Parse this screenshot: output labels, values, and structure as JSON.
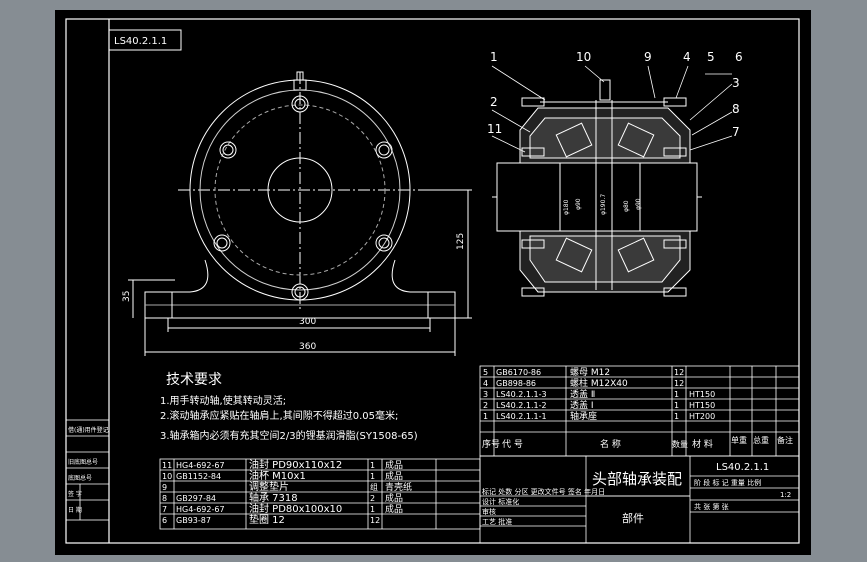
{
  "drawing_number": "LS40.2.1.1",
  "drawing_title": "头部轴承装配",
  "drawing_type": "部件",
  "tech_requirements": {
    "heading": "技术要求",
    "items": [
      "1.用手转动轴,使其转动灵活;",
      "2.滚动轴承应紧贴在轴肩上,其间隙不得超过0.05毫米;",
      "3.轴承箱内必须有充其空间2/3的锂基润滑脂(SY1508-65)"
    ]
  },
  "dimensions": {
    "width_300": "300",
    "width_360": "360",
    "height_125": "125",
    "height_35": "35"
  },
  "section_labels": {
    "phi_left_1": "φ180",
    "phi_left_2": "φ90",
    "phi_mid": "φ190.7",
    "phi_right_1": "φ80",
    "phi_right_2": "φ90"
  },
  "balloons": [
    "1",
    "2",
    "11",
    "10",
    "9",
    "4",
    "5",
    "6",
    "3",
    "8",
    "7"
  ],
  "bom_upper": [
    {
      "no": "5",
      "code": "GB6170-86",
      "name": "螺母 M12",
      "qty": "12",
      "material": ""
    },
    {
      "no": "4",
      "code": "GB898-86",
      "name": "螺柱 M12X40",
      "qty": "12",
      "material": ""
    },
    {
      "no": "3",
      "code": "LS40.2.1.1-3",
      "name": "透盖 Ⅱ",
      "qty": "1",
      "material": "HT150"
    },
    {
      "no": "2",
      "code": "LS40.2.1.1-2",
      "name": "透盖 Ⅰ",
      "qty": "1",
      "material": "HT150"
    },
    {
      "no": "1",
      "code": "LS40.2.1.1-1",
      "name": "轴承座",
      "qty": "1",
      "material": "HT200"
    }
  ],
  "bom_header": {
    "no": "序号",
    "code": "代 号",
    "name": "名 称",
    "qty": "数量",
    "material": "材 料",
    "unit_weight": "单重",
    "total_weight": "总重",
    "remark": "备注"
  },
  "bom_lower": [
    {
      "no": "11",
      "code": "HG4-692-67",
      "name": "油封 PD90x110x12",
      "qty": "1",
      "remark": "成品"
    },
    {
      "no": "10",
      "code": "GB1152-84",
      "name": "油杯 M10x1",
      "qty": "1",
      "remark": "成品"
    },
    {
      "no": "9",
      "code": "",
      "name": "调整垫片",
      "qty": "组",
      "remark": "青壳纸"
    },
    {
      "no": "8",
      "code": "GB297-84",
      "name": "轴承 7318",
      "qty": "2",
      "remark": "成品"
    },
    {
      "no": "7",
      "code": "HG4-692-67",
      "name": "油封 PD80x100x10",
      "qty": "1",
      "remark": "成品"
    },
    {
      "no": "6",
      "code": "GB93-87",
      "name": "垫圈 12",
      "qty": "12",
      "remark": ""
    }
  ],
  "title_block": {
    "row1": "标记 处数 分区 更改文件号 签名 年月日",
    "row2": "设计 标准化",
    "row3": "审核",
    "row4": "工艺 批准",
    "stage_row": "阶 段 标 记 重量 比例",
    "scale": "1:2",
    "sheet_row": "共 张 第 张"
  },
  "side_table": [
    "借(通)用件登记",
    "旧底图总号",
    "底图总号",
    "签 字",
    "日 期"
  ]
}
